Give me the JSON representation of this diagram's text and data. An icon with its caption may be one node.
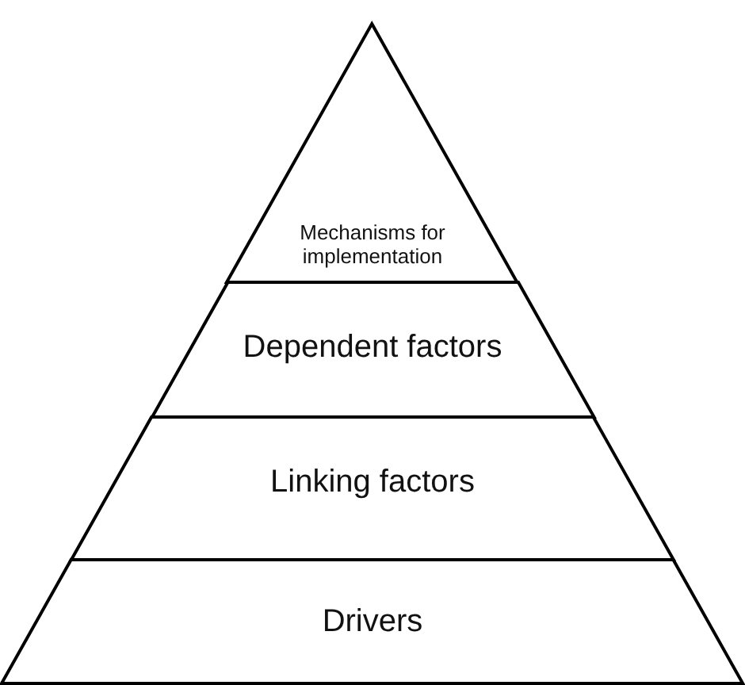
{
  "diagram": {
    "nodes": [
      {
        "text": [
          "Mechanisms for implementation"
        ]
      },
      {
        "text": [
          "Dependent factors"
        ]
      },
      {
        "text": [
          "Linking factors"
        ]
      },
      {
        "text": [
          "Drivers"
        ]
      }
    ]
  }
}
